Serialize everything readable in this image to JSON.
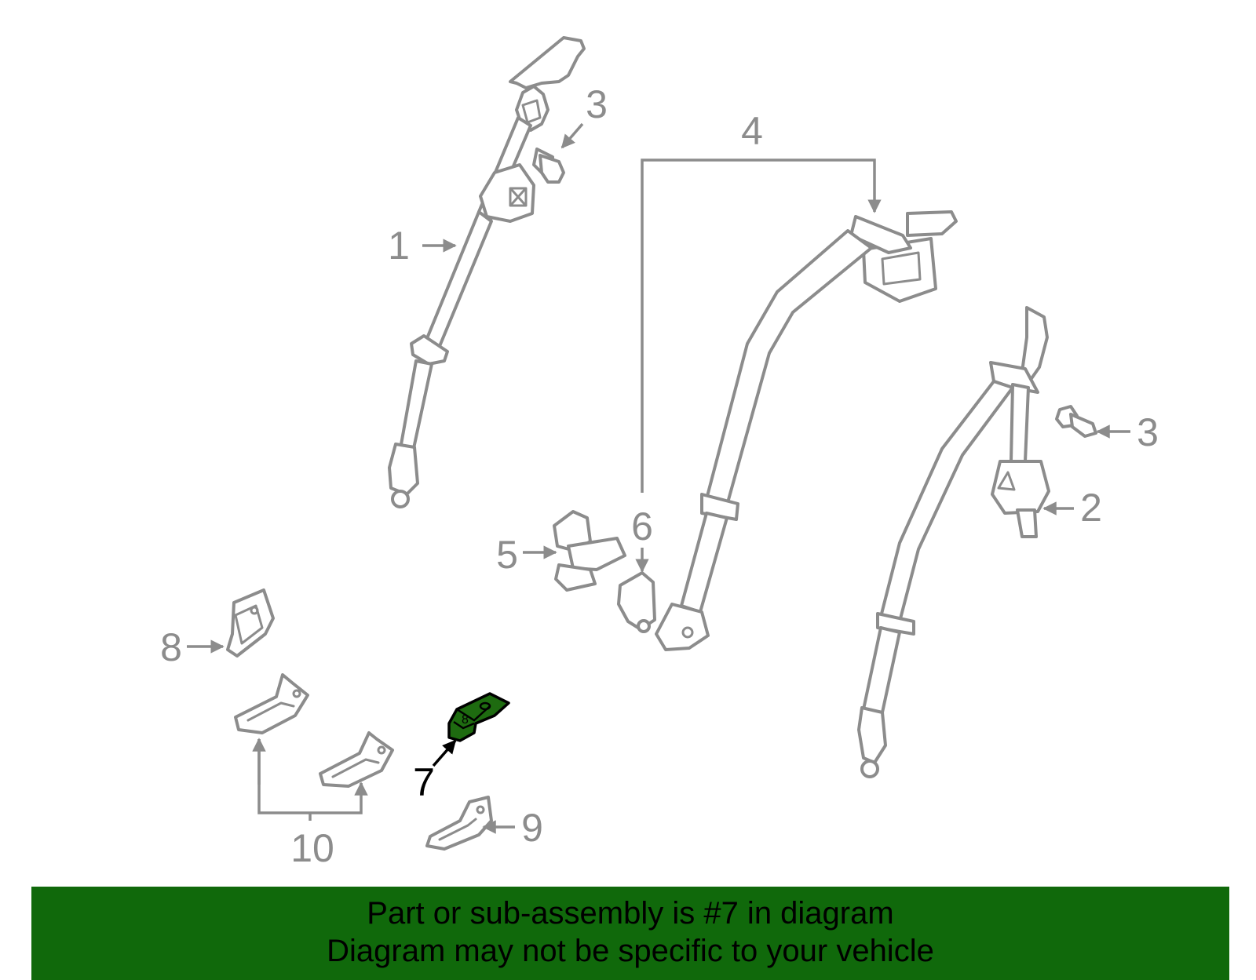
{
  "callouts": {
    "c1": "1",
    "c2": "2",
    "c3a": "3",
    "c3b": "3",
    "c4": "4",
    "c5": "5",
    "c6": "6",
    "c7": "7",
    "c8": "8",
    "c9": "9",
    "c10": "10"
  },
  "highlight": {
    "part_number": "7",
    "fill_color": "#1e6b10"
  },
  "banner": {
    "line1": "Part or sub-assembly is #7 in diagram",
    "line2": "Diagram may not be specific to your vehicle",
    "background_color": "#10690b"
  }
}
